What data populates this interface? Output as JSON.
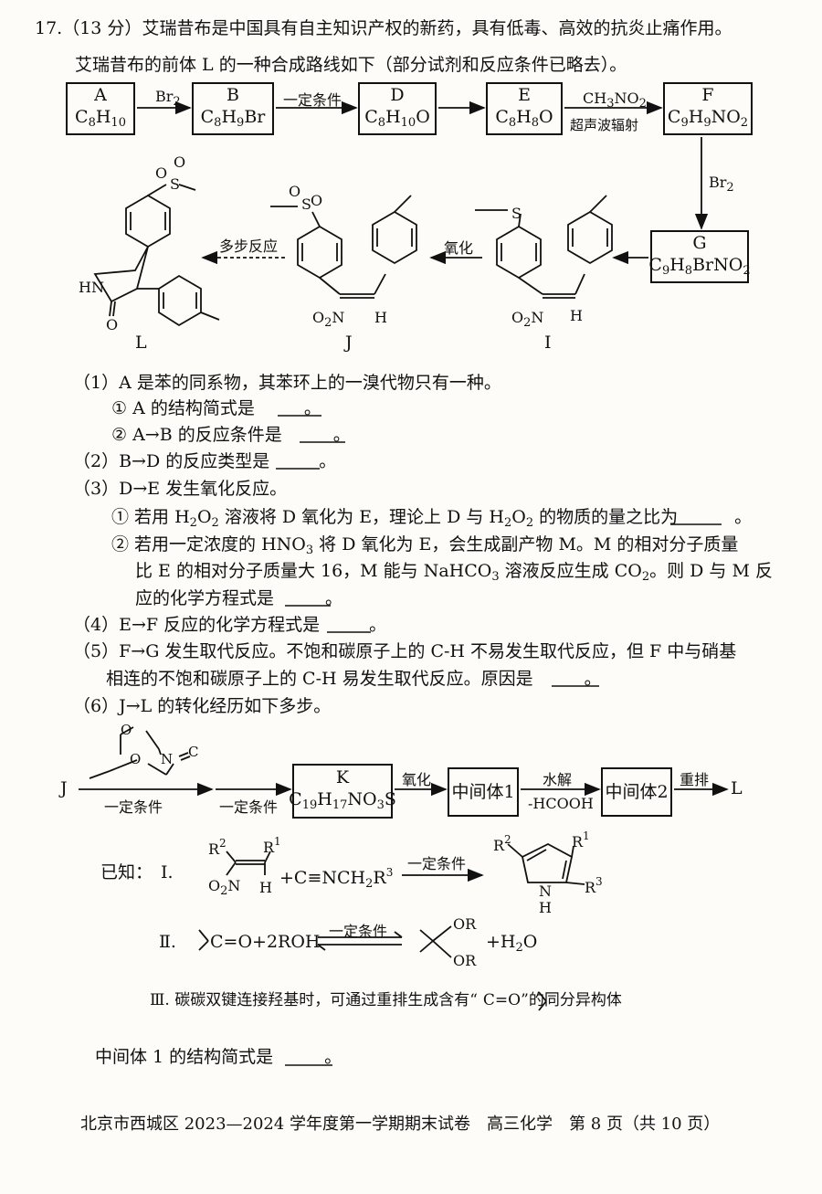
{
  "question": {
    "number": "17.",
    "points": "（13 分）",
    "intro_1": "艾瑞昔布是中国具有自主知识产权的新药，具有低毒、高效的抗炎止痛作用。",
    "intro_2": "艾瑞昔布的前体 L 的一种合成路线如下（部分试剂和反应条件已略去）。"
  },
  "route": {
    "A": {
      "name": "A",
      "formula": "C8H10"
    },
    "B": {
      "name": "B",
      "formula": "C8H9Br"
    },
    "D": {
      "name": "D",
      "formula": "C8H10O"
    },
    "E": {
      "name": "E",
      "formula": "C8H8O"
    },
    "F": {
      "name": "F",
      "formula": "C9H9NO2"
    },
    "G": {
      "name": "G",
      "formula": "C9H8BrNO2"
    },
    "arrow_AB": "Br2",
    "arrow_BD": "一定条件",
    "arrow_EF_top": "CH3NO2",
    "arrow_EF_bottom": "超声波辐射",
    "arrow_FG": "Br2",
    "arrow_GI": "",
    "arrow_IJ": "氧化",
    "arrow_JL": "多步反应",
    "label_L": "L",
    "label_J": "J",
    "label_I": "I",
    "atom_S": "S",
    "atom_O": "O",
    "atom_HN": "HN",
    "atom_O2N": "O2N",
    "atom_H": "H"
  },
  "questions": {
    "q1": "（1）A 是苯的同系物，其苯环上的一溴代物只有一种。",
    "q1_1": "① A 的结构简式是",
    "q1_2": "② A→B 的反应条件是",
    "q2": "（2）B→D 的反应类型是",
    "q3": "（3）D→E 发生氧化反应。",
    "q3_1": "① 若用 H2O2 溶液将 D 氧化为 E，理论上 D 与 H2O2 的物质的量之比为",
    "q3_2a": "② 若用一定浓度的 HNO3 将 D 氧化为 E，会生成副产物 M。M 的相对分子质量",
    "q3_2b": "比 E 的相对分子质量大 16，M 能与 NaHCO3 溶液反应生成 CO2。则 D 与 M 反",
    "q3_2c": "应的化学方程式是",
    "q4": "（4）E→F 反应的化学方程式是",
    "q5a": "（5）F→G 发生取代反应。不饱和碳原子上的 C-H 不易发生取代反应，但 F 中与硝基",
    "q5b": "相连的不饱和碳原子上的 C-H 易发生取代反应。原因是",
    "q6": "（6）J→L 的转化经历如下多步。",
    "period": "。"
  },
  "route2": {
    "start": "J",
    "cond1": "一定条件",
    "cond2": "一定条件",
    "K_name": "K",
    "K_formula": "C19H17NO3S",
    "oxidation": "氧化",
    "int1": "中间体1",
    "hydrolysis": "水解",
    "minus_hcooh": "-HCOOH",
    "int2": "中间体2",
    "rearrange": "重排",
    "end": "L"
  },
  "known": {
    "prefix": "已知：",
    "I": "Ⅰ.",
    "I_cond": "一定条件",
    "R1": "R1",
    "R2": "R2",
    "R3": "R3",
    "O2N": "O2N",
    "H": "H",
    "NH": "N",
    "Hbelow": "H",
    "isocyanide": "+C≡NCH2R3",
    "II": "Ⅱ.",
    "II_left": "C=O+2ROH",
    "II_cond": "一定条件",
    "OR": "OR",
    "II_right": "+H2O",
    "III": "Ⅲ.",
    "III_text": "碳碳双键连接羟基时，可通过重排生成含有“",
    "III_co": "C=O",
    "III_tail": "”的同分异构体"
  },
  "final_q": "中间体 1 的结构简式是",
  "footer": "北京市西城区 2023—2024 学年度第一学期期末试卷　高三化学　第 8 页（共 10 页）"
}
